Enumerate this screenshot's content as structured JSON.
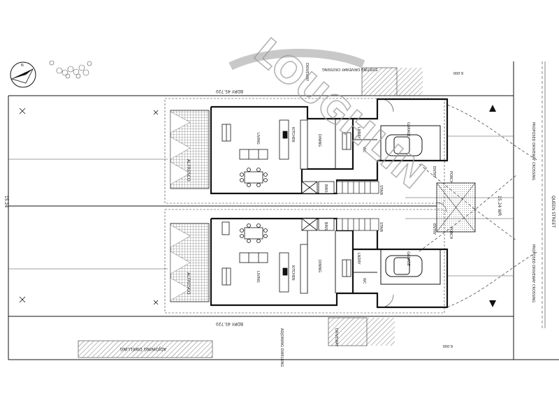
{
  "drawing": {
    "watermark": "LOUGHLIN",
    "north_label": "N",
    "street_label": "QUEEN STREET",
    "boundaries": {
      "top": "BDRY 45.720",
      "bottom": "BDRY 45.720",
      "left": "15.24",
      "right": "15.24 WR"
    },
    "dimensions": {
      "dim_top": "6.000",
      "dim_bottom": "6.000"
    },
    "notes": {
      "adjoining_dwelling_top": "ADJOINING DWELLING",
      "adjoining_dwelling_bottom": "ADJOINING DWELLING",
      "existing_driveway": "EXISTING DRIVEWAY CROSSING",
      "driveway_top": "DRIVEWAY",
      "driveway_bottom": "DRIVEWAY",
      "proposed_crossover_top": "PROPOSED DRIVEWAY CROSSING",
      "proposed_crossover_bottom": "PROPOSED DRIVEWAY CROSSING"
    },
    "units": [
      {
        "alfresco": "ALFRESCO",
        "living": "LIVING",
        "dining": "DINING",
        "kitchen": "KITCHEN",
        "laundry": "LNDRY",
        "wc": "WC",
        "stair": "STAIR",
        "entry": "ENTRY",
        "garage": "GARAGE",
        "porch": "PORCH",
        "bin_area": "BINS"
      },
      {
        "alfresco": "ALFRESCO",
        "living": "LIVING",
        "dining": "DINING",
        "kitchen": "KITCHEN",
        "laundry": "LNDRY",
        "wc": "WC",
        "stair": "STAIR",
        "entry": "ENTRY",
        "garage": "GARAGE",
        "porch": "PORCH",
        "bin_area": "BINS"
      }
    ]
  }
}
